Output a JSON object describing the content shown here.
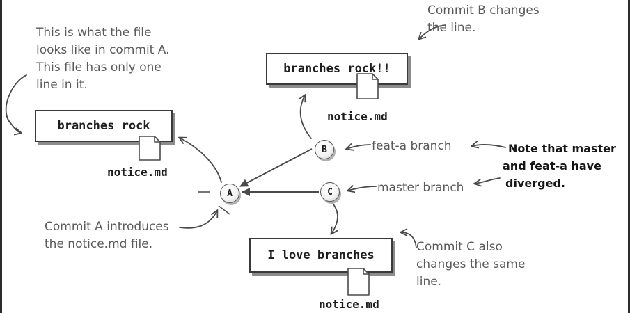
{
  "annotations": {
    "file_in_commit_a": [
      "This is what the file",
      "looks like in commit A.",
      "This file has only one",
      "line in it."
    ],
    "commit_b_note": [
      "Commit B changes",
      "the line."
    ],
    "feat_branch_label": "feat-a branch",
    "master_branch_label": "master branch",
    "diverged_note": [
      "Note that master",
      "and feat-a have",
      "diverged."
    ],
    "commit_a_note": [
      "Commit A introduces",
      "the notice.md file."
    ],
    "commit_c_note": [
      "Commit C also",
      "changes the same",
      "line."
    ]
  },
  "commits": {
    "a": {
      "label": "A",
      "file_content": "branches rock",
      "file_name": "notice.md"
    },
    "b": {
      "label": "B",
      "file_content": "branches rock!!",
      "file_name": "notice.md"
    },
    "c": {
      "label": "C",
      "file_content": "I love branches",
      "file_name": "notice.md"
    }
  },
  "icons": [
    "document-icon",
    "arrow-icon"
  ],
  "colors": {
    "ink": "#1e1e1e",
    "annotation": "#5a5a5a",
    "shadow": "#8c8c8c"
  }
}
